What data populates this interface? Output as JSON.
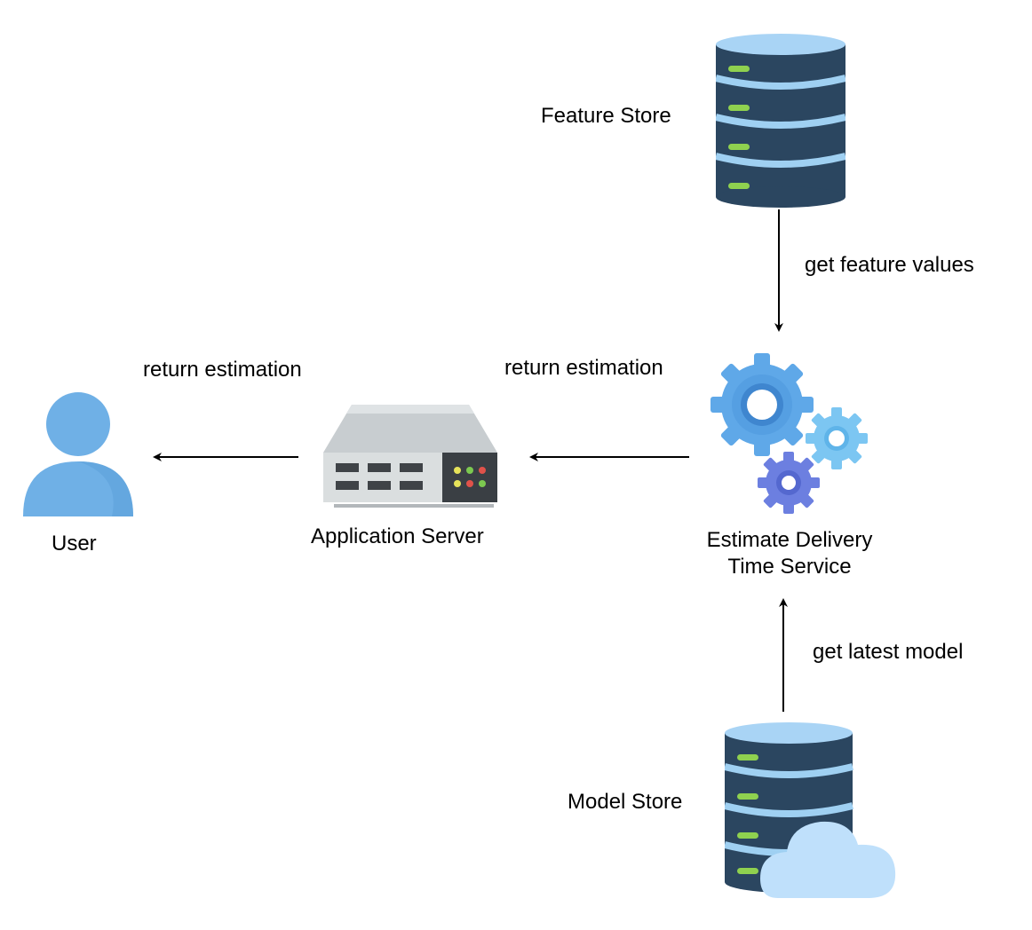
{
  "nodes": {
    "feature_store": {
      "label": "Feature Store",
      "icon": "database-icon"
    },
    "estimate_service": {
      "label_line1": "Estimate Delivery",
      "label_line2": "Time Service",
      "icon": "gears-icon"
    },
    "application_server": {
      "label": "Application Server",
      "icon": "server-icon"
    },
    "user": {
      "label": "User",
      "icon": "user-icon"
    },
    "model_store": {
      "label": "Model Store",
      "icon": "database-cloud-icon"
    }
  },
  "edges": {
    "feature_to_service": "get feature values",
    "model_to_service": "get latest model",
    "service_to_app": "return estimation",
    "app_to_user": "return estimation"
  },
  "colors": {
    "db_body": "#2b4660",
    "db_top": "#a9d4f5",
    "db_stripe": "#9fd0f2",
    "db_led": "#8fd14f",
    "gear_large": "#5fa8e8",
    "gear_small": "#7cc6f2",
    "gear_purple": "#6c7fe0",
    "user_blue": "#6fb0e6",
    "cloud": "#bfe0fb",
    "server_gray": "#c8cdd0"
  }
}
